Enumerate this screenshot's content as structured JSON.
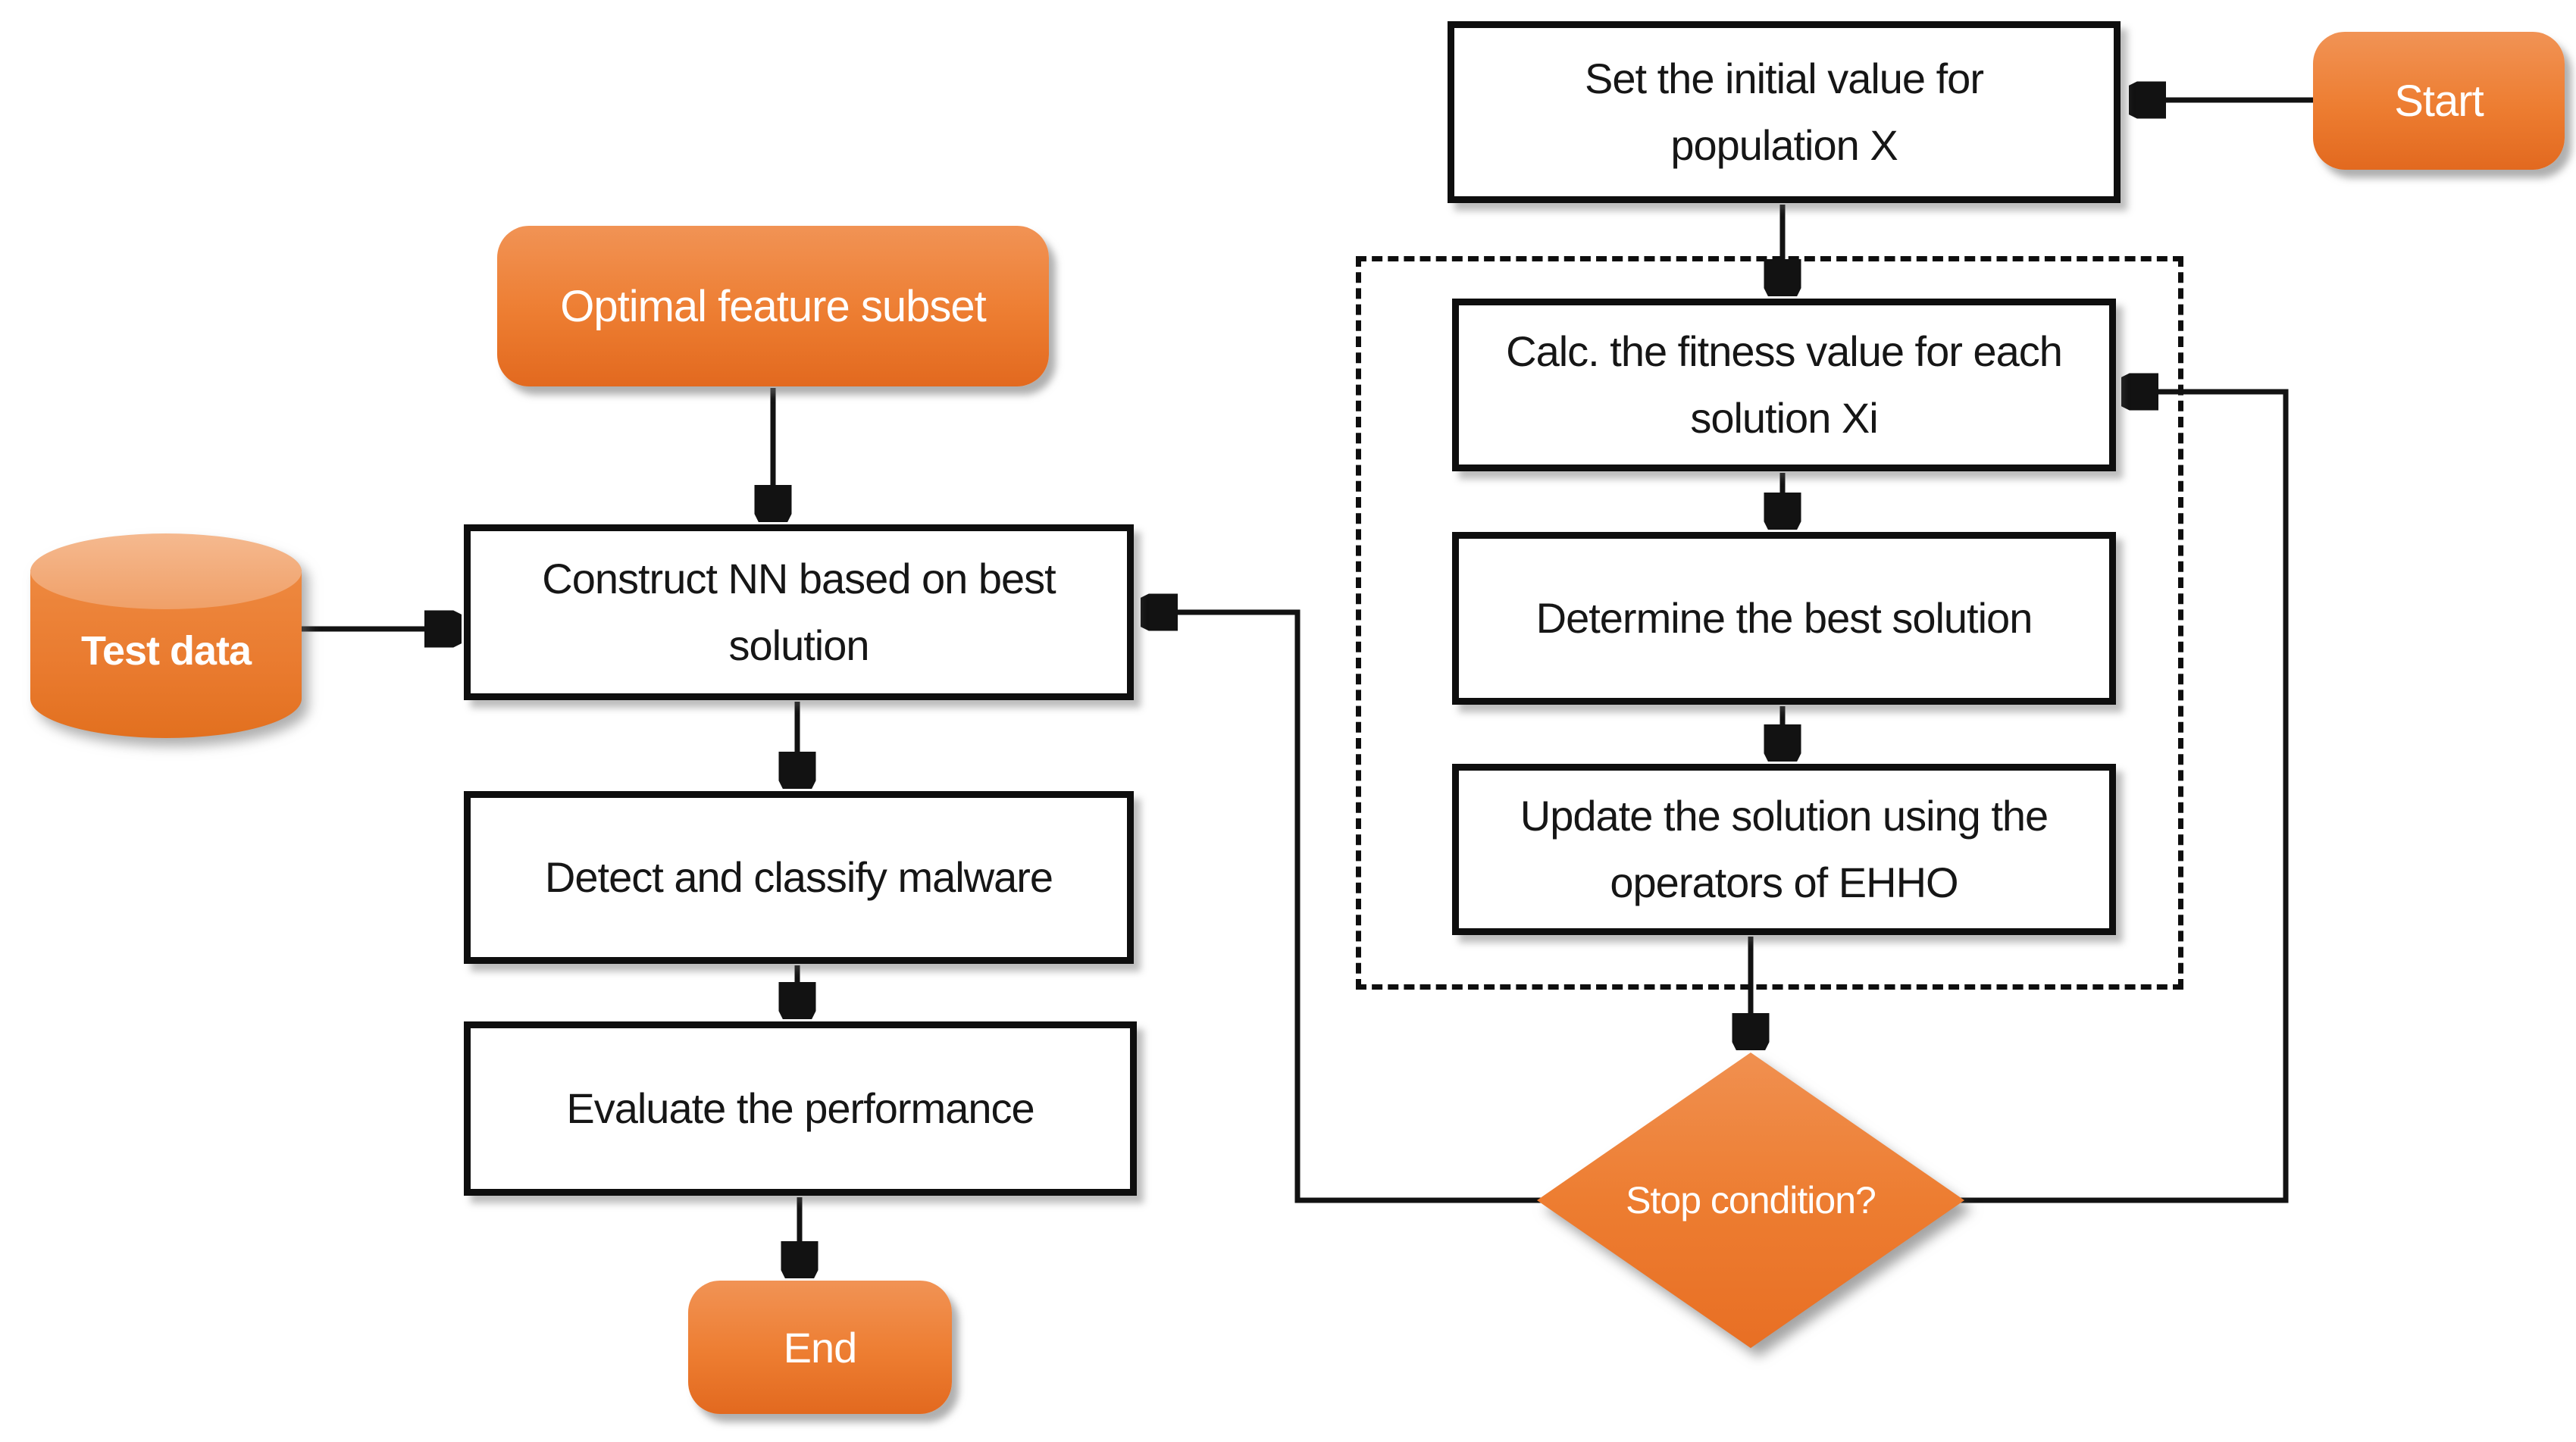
{
  "nodes": {
    "start": {
      "label": "Start"
    },
    "set_initial": {
      "label": "Set the initial value for population X"
    },
    "calc_fitness": {
      "label": "Calc. the fitness value for each solution Xi"
    },
    "determine_best": {
      "label": "Determine the best solution"
    },
    "update_solution": {
      "label": "Update the solution using the operators of EHHO"
    },
    "stop_condition": {
      "label": "Stop condition?"
    },
    "optimal_subset": {
      "label": "Optimal feature subset"
    },
    "test_data": {
      "label": "Test data"
    },
    "construct_nn": {
      "label": "Construct NN based on best solution"
    },
    "detect_classify": {
      "label": "Detect and classify malware"
    },
    "evaluate": {
      "label": "Evaluate the performance"
    },
    "end": {
      "label": "End"
    }
  },
  "colors": {
    "accent_orange": "#ED7D31",
    "accent_orange_light": "#F19355",
    "accent_orange_dark": "#E2691F",
    "cylinder_top": "#F2A876",
    "line_black": "#121212",
    "box_background": "#FFFFFF",
    "text_on_orange": "#FFFFFF",
    "text_on_white": "#161616"
  }
}
